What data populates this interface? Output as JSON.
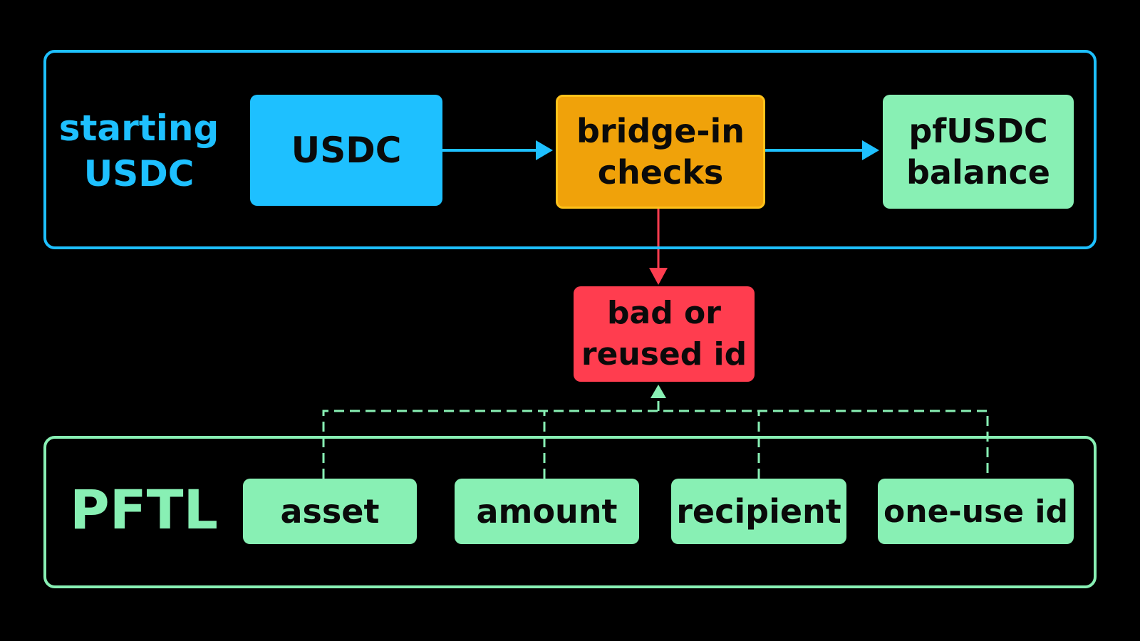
{
  "colors": {
    "background": "#000000",
    "blue": "#1ec0ff",
    "orange": "#f0a20a",
    "orange_border": "#ffc21a",
    "green": "#88f0b4",
    "red": "#ff3d4f"
  },
  "groups": {
    "top": {
      "label_line1": "starting",
      "label_line2": "USDC"
    },
    "bottom": {
      "label": "PFTL"
    }
  },
  "nodes": {
    "usdc": {
      "label": "USDC"
    },
    "bridge": {
      "line1": "bridge-in",
      "line2": "checks"
    },
    "pfusdc": {
      "line1": "pfUSDC",
      "line2": "balance"
    },
    "rejected": {
      "line1": "bad or",
      "line2": "reused id"
    }
  },
  "fields": [
    {
      "label": "asset"
    },
    {
      "label": "amount"
    },
    {
      "label": "recipient"
    },
    {
      "label": "one-use id"
    }
  ],
  "edges": [
    {
      "from": "usdc",
      "to": "bridge",
      "style": "solid",
      "color": "blue"
    },
    {
      "from": "bridge",
      "to": "pfusdc",
      "style": "solid",
      "color": "blue"
    },
    {
      "from": "bridge",
      "to": "rejected",
      "style": "solid",
      "color": "red"
    },
    {
      "from": "fields",
      "to": "rejected",
      "style": "dashed",
      "color": "green"
    }
  ]
}
